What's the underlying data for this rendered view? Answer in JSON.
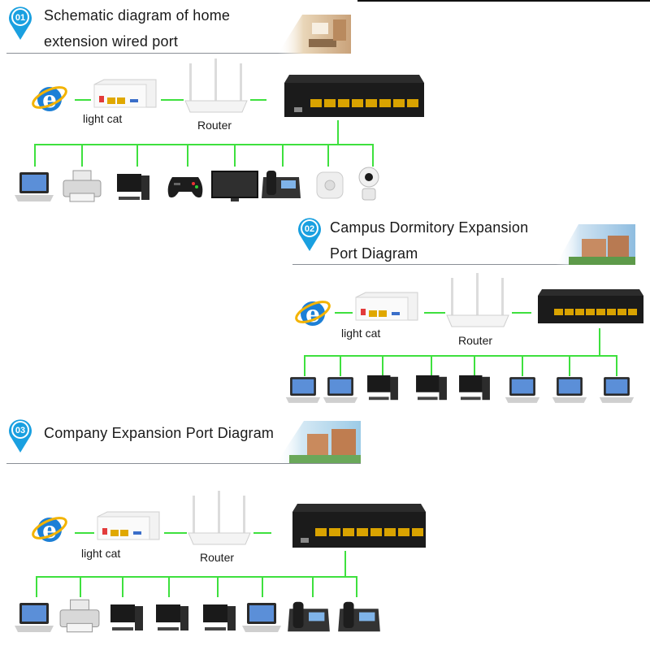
{
  "sections": [
    {
      "number": "01",
      "title_lines": [
        "Schematic diagram of home",
        "extension wired port"
      ],
      "modem_label": "light cat",
      "router_label": "Router",
      "endpoints": [
        "laptop",
        "printer",
        "desktop",
        "gamepad",
        "tv",
        "phone",
        "smart-plug",
        "camera"
      ]
    },
    {
      "number": "02",
      "title_lines": [
        "Campus Dormitory Expansion",
        "Port Diagram"
      ],
      "modem_label": "light cat",
      "router_label": "Router",
      "endpoints": [
        "laptop",
        "laptop",
        "desktop",
        "desktop",
        "desktop",
        "laptop",
        "laptop",
        "laptop"
      ]
    },
    {
      "number": "03",
      "title_lines": [
        "Company Expansion Port Diagram"
      ],
      "modem_label": "light cat",
      "router_label": "Router",
      "endpoints": [
        "laptop",
        "printer",
        "desktop",
        "desktop",
        "desktop",
        "laptop",
        "phone",
        "phone"
      ]
    }
  ],
  "colors": {
    "wire": "#3ee03e",
    "pin_blue": "#1aa0e0",
    "switch_body": "#1b1b1b",
    "port_gold": "#d9a300"
  }
}
